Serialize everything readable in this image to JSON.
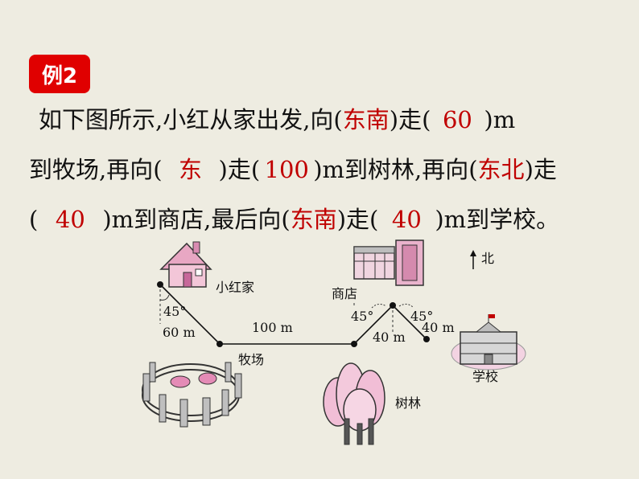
{
  "badge": "例2",
  "text": {
    "l1a": "如下图所示,小红从家出发,向(",
    "l1b": "东南",
    "l1c": ")走(",
    "l1d": "60",
    "l1e": ")m",
    "l2a": "到牧场,再向(",
    "l2b": "东",
    "l2c": ")走(",
    "l2d": "100",
    "l2e": ")m到树林,再向(",
    "l2f": "东北",
    "l2g": ")走",
    "l3a": "(",
    "l3b": "40",
    "l3c": ")m到商店,最后向(",
    "l3d": "东南",
    "l3e": ")走(",
    "l3f": "40",
    "l3g": ")m到学校。"
  },
  "diagram": {
    "north": "北",
    "home": "小红家",
    "shop": "商店",
    "farm": "牧场",
    "forest": "树林",
    "school": "学校",
    "angle1": "45°",
    "angle2": "45°",
    "angle3": "45°",
    "d1": "60 m",
    "d2": "100 m",
    "d3": "40 m",
    "d4": "40 m"
  },
  "colors": {
    "answer": "#c00000",
    "badge": "#e00000",
    "background": "#eeece1"
  }
}
